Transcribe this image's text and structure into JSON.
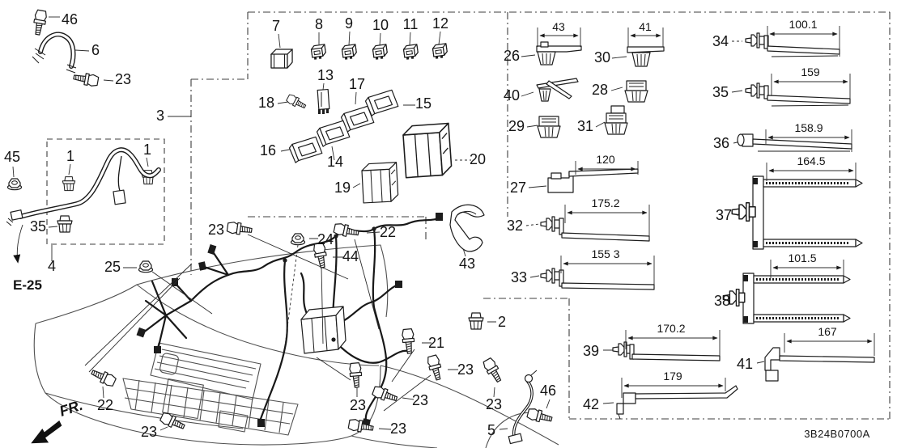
{
  "diagram": {
    "code": "3B24B0700A",
    "direction_label": "FR.",
    "reference_label": "E-25"
  },
  "callouts": {
    "1": "1",
    "2": "2",
    "3": "3",
    "4": "4",
    "5": "5",
    "6": "6",
    "7": "7",
    "8": "8",
    "9": "9",
    "10": "10",
    "11": "11",
    "12": "12",
    "13": "13",
    "14": "14",
    "15": "15",
    "16": "16",
    "17": "17",
    "18": "18",
    "19": "19",
    "20": "20",
    "21": "21",
    "22": "22",
    "23": "23",
    "24": "24",
    "25": "25",
    "26": "26",
    "27": "27",
    "28": "28",
    "29": "29",
    "30": "30",
    "31": "31",
    "32": "32",
    "33": "33",
    "34": "34",
    "35": "35",
    "36": "36",
    "37": "37",
    "38": "38",
    "39": "39",
    "40": "40",
    "41": "41",
    "42": "42",
    "43": "43",
    "44": "44",
    "45": "45",
    "46": "46"
  },
  "dimensions": {
    "26": "43",
    "27": "120",
    "30": "41",
    "32": "175.2",
    "33": "155 3",
    "34": "100.1",
    "35": "159",
    "36": "158.9",
    "37": "164.5",
    "38": "101.5",
    "39": "170.2",
    "41": "167",
    "42": "179"
  }
}
